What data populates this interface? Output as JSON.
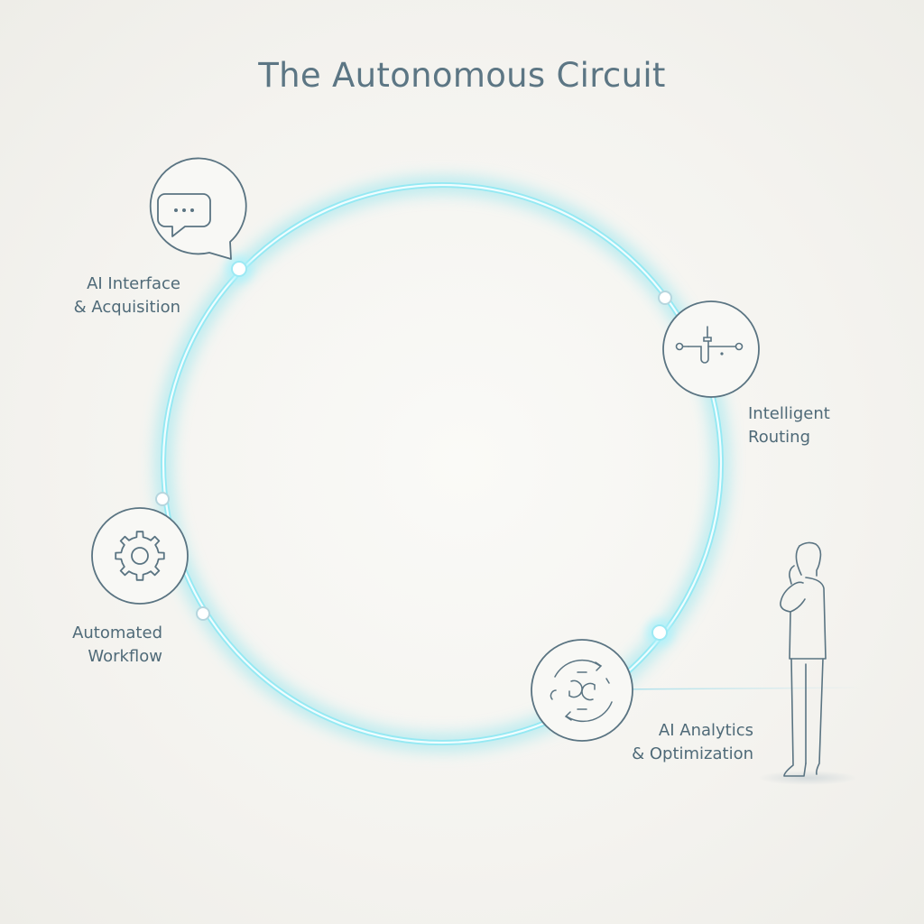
{
  "title": "The Autonomous Circuit",
  "stages": [
    {
      "id": "interface",
      "icon": "chat-bubble-icon",
      "line1": "AI Interface",
      "line2": "& Acquisition"
    },
    {
      "id": "routing",
      "icon": "routing-icon",
      "line1": "Intelligent",
      "line2": "Routing"
    },
    {
      "id": "workflow",
      "icon": "gear-icon",
      "line1": "Automated",
      "line2": "Workflow"
    },
    {
      "id": "analytics",
      "icon": "cycle-arrows-icon",
      "line1": "AI Analytics",
      "line2": "& Optimization"
    }
  ],
  "colors": {
    "ring_glow": "#7fe3f0",
    "ring_core": "#e8fbff",
    "stroke": "#5a7482",
    "text": "#4f6a78"
  }
}
